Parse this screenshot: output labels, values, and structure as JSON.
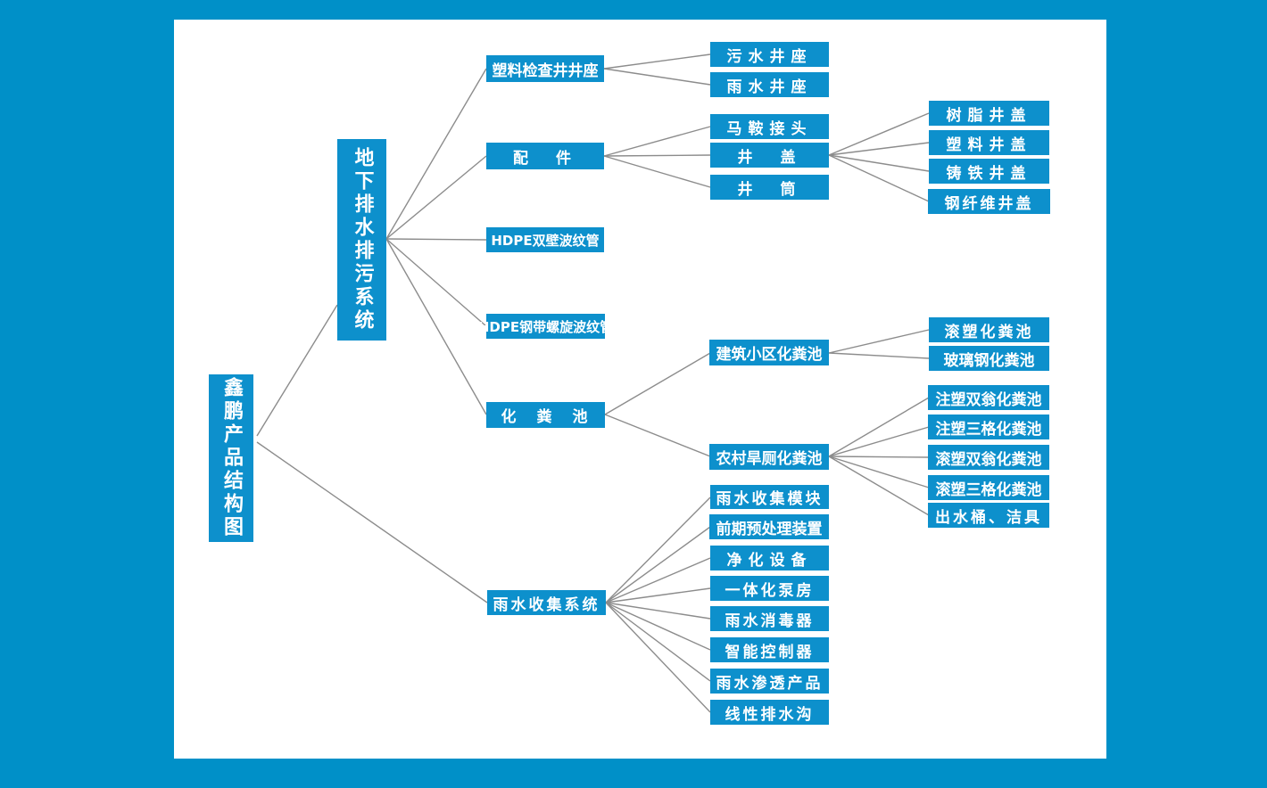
{
  "colors": {
    "background": "#0090C8",
    "page": "#FFFFFF",
    "node_fill": "#0D90CC",
    "node_text": "#FFFFFF",
    "connector": "#8C8C8C"
  },
  "diagram": {
    "type": "tree",
    "root": {
      "label": "鑫鹏产品结构图",
      "children": [
        {
          "label": "地下排水排污系统",
          "children": [
            {
              "label": "塑料检查井井座",
              "children": [
                {
                  "label": "污水井座"
                },
                {
                  "label": "雨水井座"
                }
              ]
            },
            {
              "label": "配　件",
              "children": [
                {
                  "label": "马鞍接头"
                },
                {
                  "label": "井　盖",
                  "children": [
                    {
                      "label": "树脂井盖"
                    },
                    {
                      "label": "塑料井盖"
                    },
                    {
                      "label": "铸铁井盖"
                    },
                    {
                      "label": "钢纤维井盖"
                    }
                  ]
                },
                {
                  "label": "井　筒"
                }
              ]
            },
            {
              "label": "HDPE双壁波纹管"
            },
            {
              "label": "HDPE钢带螺旋波纹管"
            },
            {
              "label": "化　粪　池",
              "children": [
                {
                  "label": "建筑小区化粪池",
                  "children": [
                    {
                      "label": "滚塑化粪池"
                    },
                    {
                      "label": "玻璃钢化粪池"
                    }
                  ]
                },
                {
                  "label": "农村旱厕化粪池",
                  "children": [
                    {
                      "label": "注塑双翁化粪池"
                    },
                    {
                      "label": "注塑三格化粪池"
                    },
                    {
                      "label": "滚塑双翁化粪池"
                    },
                    {
                      "label": "滚塑三格化粪池"
                    },
                    {
                      "label": "出水桶、洁具"
                    }
                  ]
                }
              ]
            }
          ]
        },
        {
          "label": "雨水收集系统",
          "children": [
            {
              "label": "雨水收集模块"
            },
            {
              "label": "前期预处理装置"
            },
            {
              "label": "净化设备"
            },
            {
              "label": "一体化泵房"
            },
            {
              "label": "雨水消毒器"
            },
            {
              "label": "智能控制器"
            },
            {
              "label": "雨水渗透产品"
            },
            {
              "label": "线性排水沟"
            }
          ]
        }
      ]
    }
  }
}
